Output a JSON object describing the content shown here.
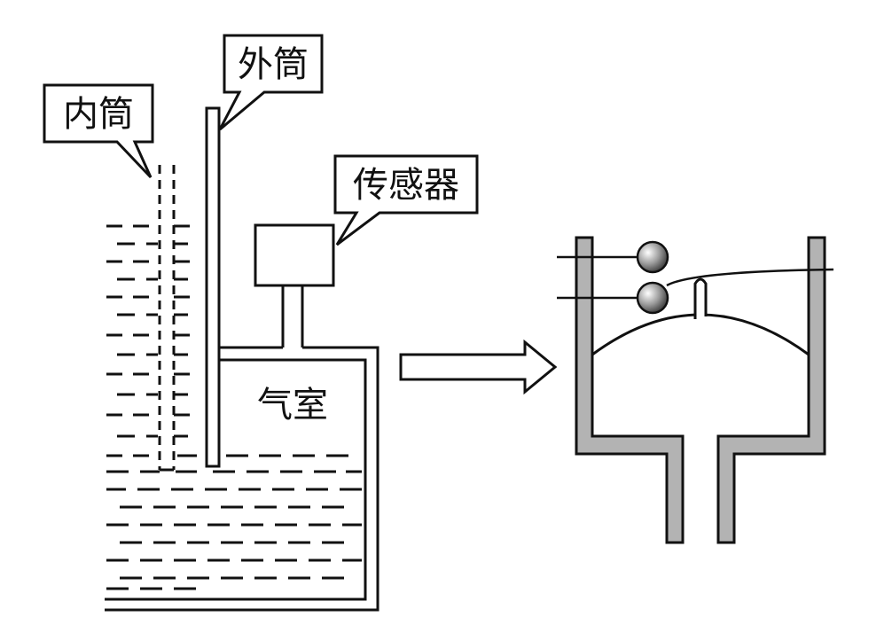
{
  "labels": {
    "inner_tube": "内筒",
    "outer_tube": "外筒",
    "sensor": "传感器",
    "air_chamber": "气室"
  },
  "colors": {
    "line": "#111111",
    "housing_fill": "#b3b3b3",
    "background": "#ffffff"
  }
}
